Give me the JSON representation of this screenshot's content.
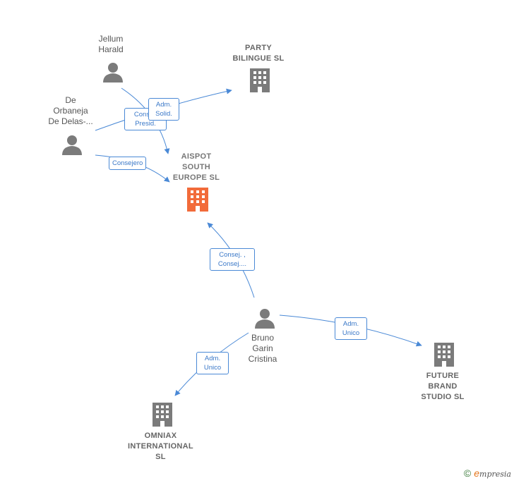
{
  "nodes": {
    "jellum": {
      "label": "Jellum\nHarald"
    },
    "deorbaneja": {
      "label": "De\nOrbaneja\nDe Delas-..."
    },
    "party": {
      "label": "PARTY\nBILINGUE  SL"
    },
    "aispot": {
      "label": "AISPOT\nSOUTH\nEUROPE  SL"
    },
    "bruno": {
      "label": "Bruno\nGarin\nCristina"
    },
    "future": {
      "label": "FUTURE\nBRAND\nSTUDIO SL"
    },
    "omniax": {
      "label": "OMNIAX\nINTERNATIONAL\nSL"
    }
  },
  "edges": {
    "consejero_presid": "Consej.\nPresid.",
    "adm_solid": "Adm.\nSolid.",
    "consejero": "Consejero",
    "consej_consej": "Consej. ,\nConsej....",
    "adm_unico_future": "Adm.\nUnico",
    "adm_unico_omniax": "Adm.\nUnico"
  },
  "colors": {
    "edge": "#4a89d6",
    "main_company": "#f26b3a",
    "company": "#777777",
    "person": "#7b7b7b"
  },
  "footer": {
    "copyright": "©",
    "brand_e": "e",
    "brand_rest": "mpresia"
  }
}
